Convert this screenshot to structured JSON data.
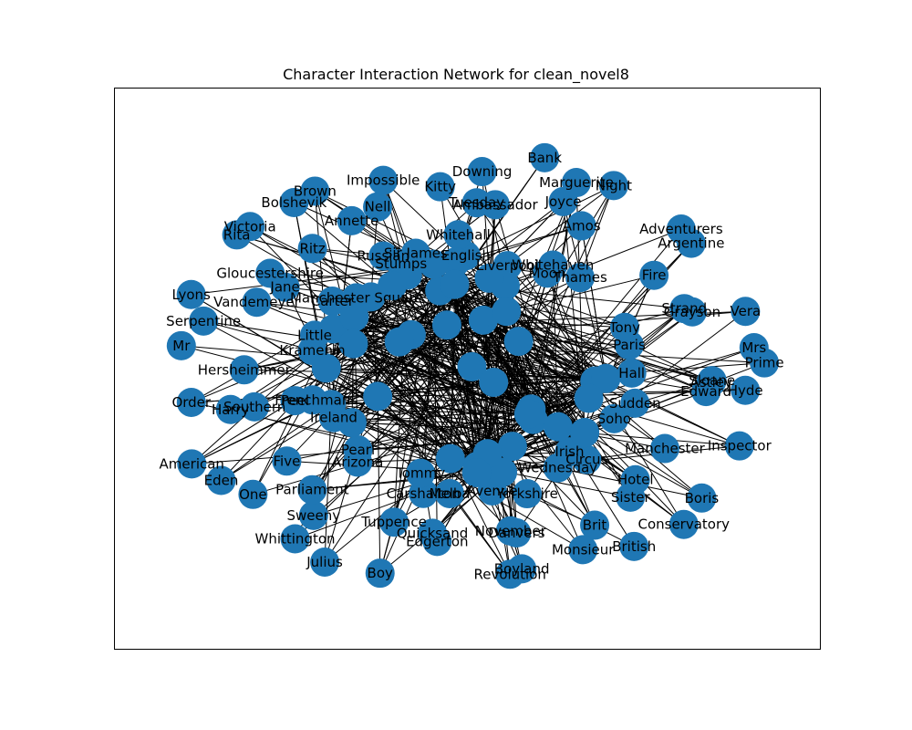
{
  "chart_data": {
    "type": "network",
    "title": "Character Interaction Network for clean_novel8",
    "node_color": "#1f77b4",
    "edge_color": "#000000",
    "nodes": [
      "Prime",
      "Edward",
      "Sudden",
      "Inspector",
      "Manchester",
      "Soho",
      "Boris",
      "Hotel",
      "Circus",
      "Conservatory",
      "Sister",
      "Irish",
      "British",
      "Brit",
      "Wednesday",
      "Monsieur",
      "November",
      "Yorkshire",
      "Boyland",
      "Danvers",
      "Avenue",
      "Revolution",
      "Edgerton",
      "Melba",
      "Boy",
      "Quicksand",
      "Carshalton",
      "Julius",
      "Tuppence",
      "Tommy",
      "Whittington",
      "Sweeny",
      "Arizona",
      "One",
      "Parliament",
      "Pearl",
      "Eden",
      "Five",
      "Ireland",
      "American",
      "Southern",
      "Peel",
      "Order",
      "Harry",
      "Frenchman",
      "Mr",
      "Hersheimmer",
      "Little",
      "Serpentine",
      "Vandemeyer",
      "Kramenin",
      "Lyons",
      "Gloucestershire",
      "Carter",
      "Rita",
      "Jane",
      "Manchester Square",
      "Victoria",
      "Ritz",
      "Russian",
      "Bolshevik",
      "Annette",
      "Stumps",
      "Brown",
      "Nell",
      "Sir James",
      "Impossible",
      "Tuesday",
      "English",
      "Downing",
      "Kitty",
      "Whitehall",
      "Bank",
      "Ambassador",
      "Liverpool",
      "Marguerite",
      "Joyce",
      "Moon",
      "Night",
      "Amos",
      "Whitehaven",
      "Adventurers",
      "Fire",
      "Thames",
      "Argentine",
      "Grayson",
      "Tony",
      "Vera",
      "Strand",
      "Paris",
      "Mrs",
      "Astley",
      "Hall",
      "Hyde",
      "Sloane"
    ]
  }
}
